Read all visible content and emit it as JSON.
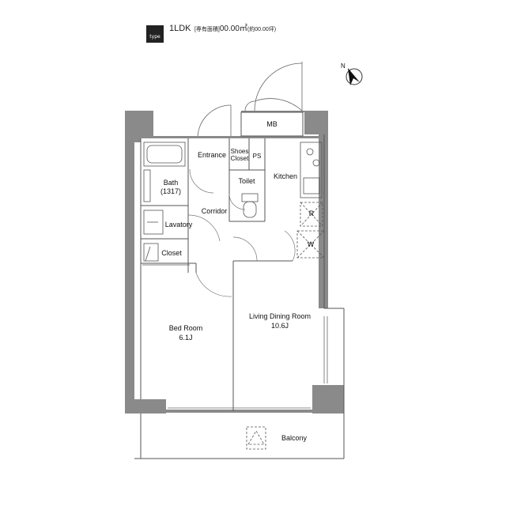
{
  "header": {
    "badge": "type",
    "plan_type": "1LDK",
    "area_label": "[専有面積]",
    "area_value": "00.00㎡",
    "area_tsubo": "(約00.00坪)"
  },
  "compass": {
    "label": "N"
  },
  "rooms": {
    "mb": "MB",
    "entrance": "Entrance",
    "shoes_closet_line1": "Shoes",
    "shoes_closet_line2": "Closet",
    "ps": "PS",
    "kitchen": "Kitchen",
    "bath": "Bath",
    "bath_size": "(1317)",
    "toilet": "Toilet",
    "corridor": "Corridor",
    "lavatory": "Lavatory",
    "closet": "Closet",
    "refrigerator": "R",
    "washer": "W",
    "bedroom": "Bed Room",
    "bedroom_size": "6.1J",
    "ldk": "Living Dining Room",
    "ldk_size": "10.6J",
    "balcony": "Balcony"
  },
  "colors": {
    "wall": "#8a8a8a",
    "line": "#555555",
    "badge": "#222222"
  }
}
